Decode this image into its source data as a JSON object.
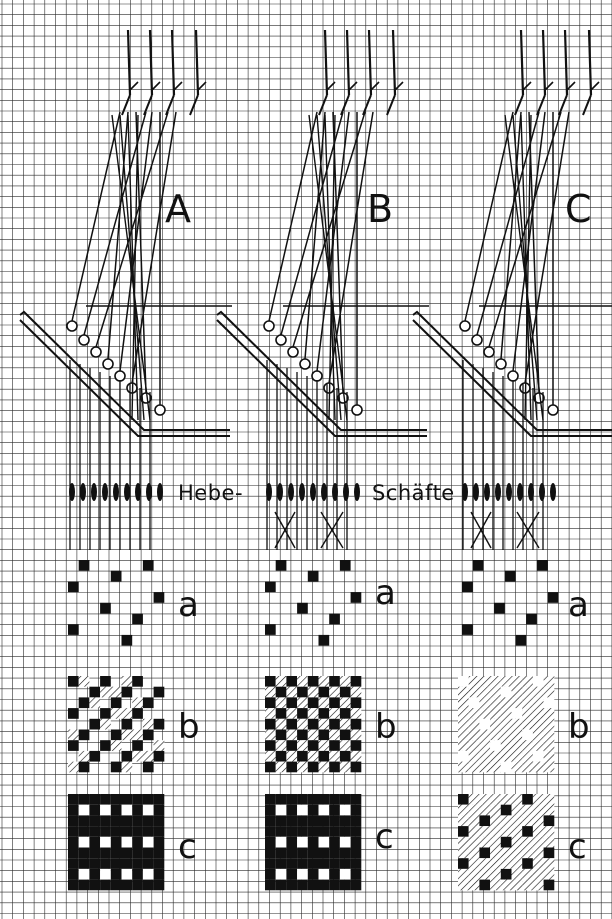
{
  "figure": {
    "panels": [
      {
        "id": "A",
        "title": "A"
      },
      {
        "id": "B",
        "title": "B"
      },
      {
        "id": "C",
        "title": "C"
      }
    ],
    "heddle_label_left": "Hebe-",
    "heddle_label_right": "Schäfte",
    "row_labels": {
      "a": "a",
      "b": "b",
      "c": "c"
    },
    "colors": {
      "ink": "#111111",
      "grid": "#2a2a2a",
      "paper": "#ffffff"
    }
  }
}
